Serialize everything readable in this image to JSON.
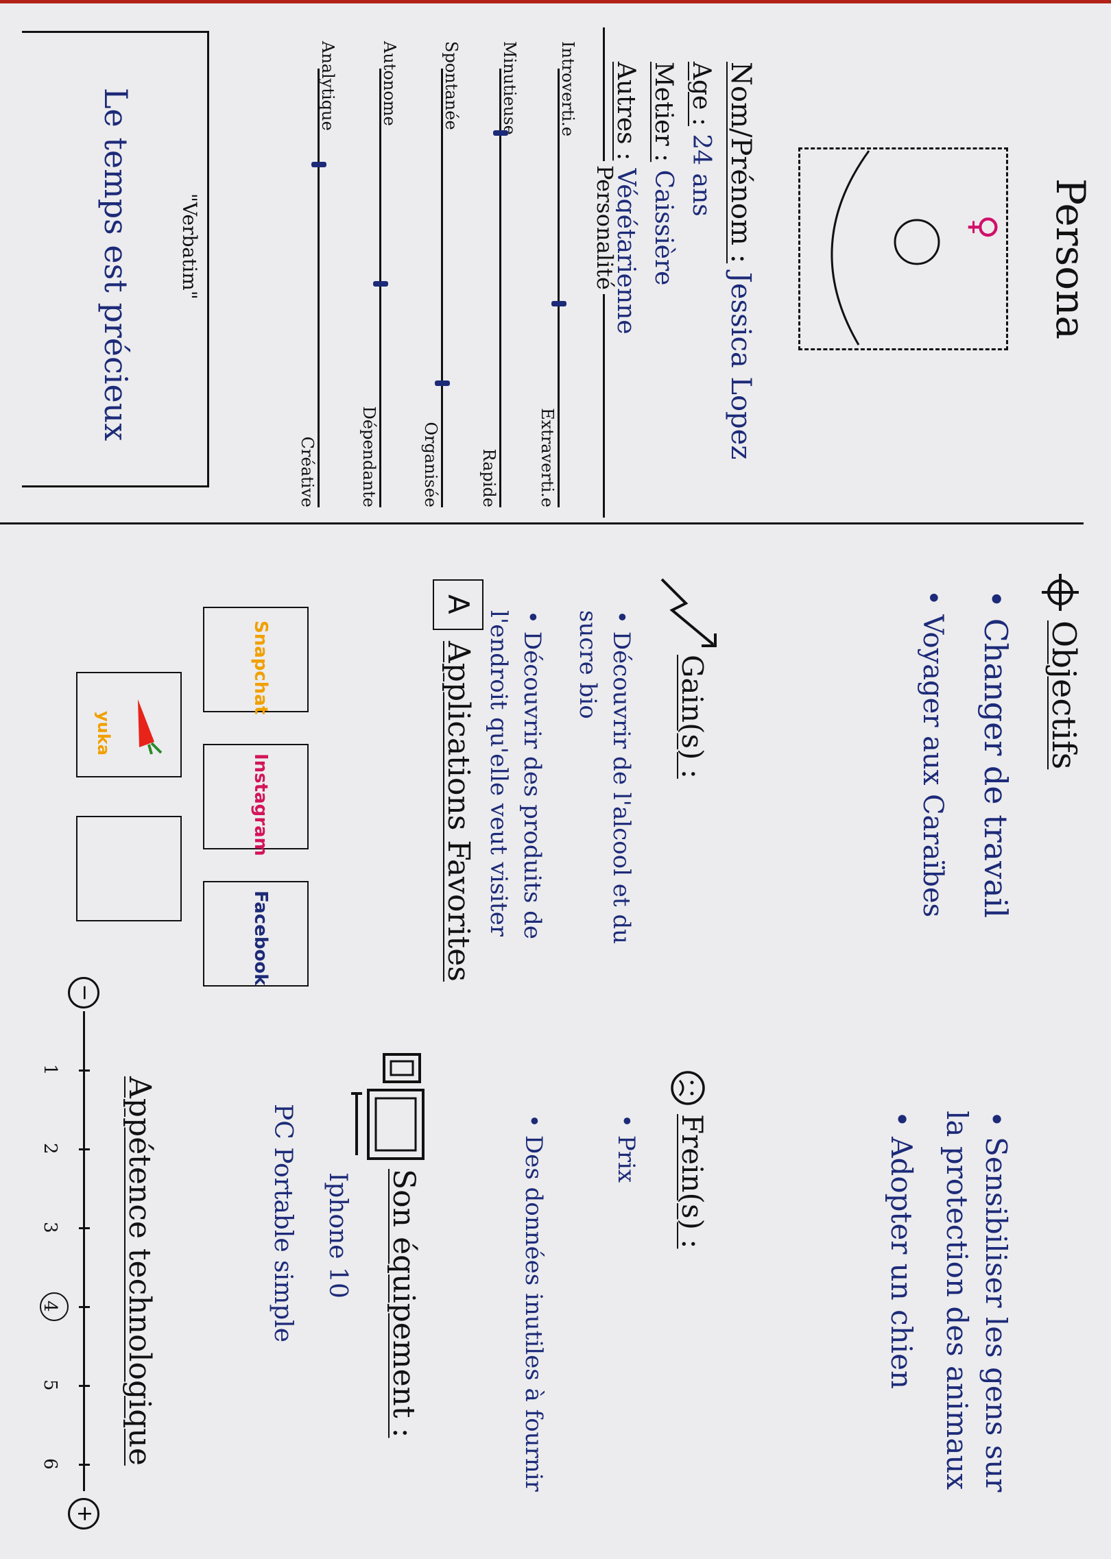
{
  "title": "Persona",
  "identity": {
    "name_label": "Nom/Prénom :",
    "name_value": "Jessica Lopez",
    "age_label": "Age :",
    "age_value": "24 ans",
    "job_label": "Metier :",
    "job_value": "Caissière",
    "other_label": "Autres :",
    "other_value": "Végétarienne"
  },
  "personality": {
    "title": "Personalité",
    "scales": [
      {
        "left": "Introverti.e",
        "right": "Extraverti.e",
        "value": 0.55
      },
      {
        "left": "Minutieuse",
        "right": "Rapide",
        "value": 0.12
      },
      {
        "left": "Spontanée",
        "right": "Organisée",
        "value": 0.75
      },
      {
        "left": "Autonome",
        "right": "Dépendante",
        "value": 0.5
      },
      {
        "left": "Analytique",
        "right": "Créative",
        "value": 0.2
      }
    ]
  },
  "verbatim": {
    "title": "\"Verbatim\"",
    "text": "Le temps est précieux"
  },
  "objectives": {
    "title": "Objectifs",
    "items": [
      "Changer de travail",
      "Voyager aux Caraïbes",
      "Sensibiliser les gens sur la protection des animaux",
      "Adopter un chien"
    ]
  },
  "gains": {
    "title": "Gain(s) :",
    "items": [
      "Découvrir de l'alcool et du sucre bio",
      "Découvrir des produits de l'endroit qu'elle veut visiter"
    ]
  },
  "freins": {
    "title": "Frein(s) :",
    "items": [
      "Prix",
      "Des données inutiles à fournir"
    ]
  },
  "apps": {
    "title": "Applications Favorites",
    "icon_letter": "A",
    "items": [
      "Snapchat",
      "Instagram",
      "Facebook",
      "yuka",
      ""
    ]
  },
  "equipment": {
    "title": "Son équipement :",
    "items": [
      "Iphone 10",
      "PC Portable simple"
    ]
  },
  "tech": {
    "title": "Appétence technologique",
    "minus": "−",
    "plus": "+",
    "labels": [
      "1",
      "2",
      "3",
      "4",
      "5",
      "6"
    ],
    "value": 4
  },
  "colors": {
    "ink_blue": "#1c2a78",
    "female_symbol": "#d0106a",
    "snapchat": "#f0a000",
    "instagram": "#d4145a",
    "facebook": "#1c2a78",
    "yuka": "#e8231a"
  },
  "female_symbol": "♀"
}
